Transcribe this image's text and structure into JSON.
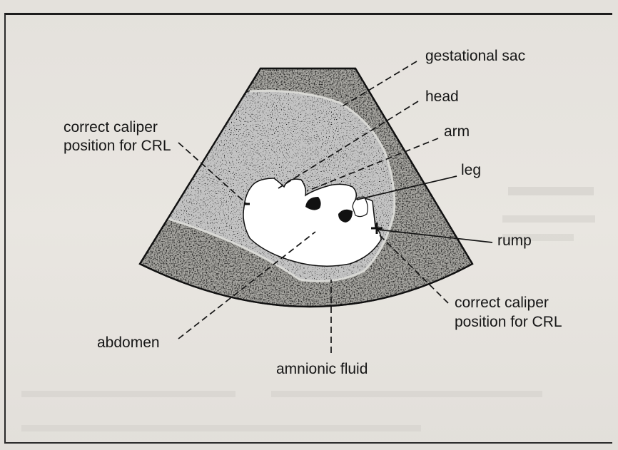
{
  "figure": {
    "labels": {
      "gestational_sac": "gestational sac",
      "head": "head",
      "arm": "arm",
      "leg": "leg",
      "rump": "rump",
      "caliper_left_line1": "correct caliper",
      "caliper_left_line2": "position for CRL",
      "caliper_right_line1": "correct caliper",
      "caliper_right_line2": "position for CRL",
      "abdomen": "abdomen",
      "amnionic_fluid": "amnionic fluid"
    },
    "colors": {
      "ink": "#141414",
      "speckle_tissue": "#a8a8a4",
      "fluid_dark": "#121212",
      "fetus_white": "#ffffff",
      "page_background": "#e6e3de"
    }
  }
}
